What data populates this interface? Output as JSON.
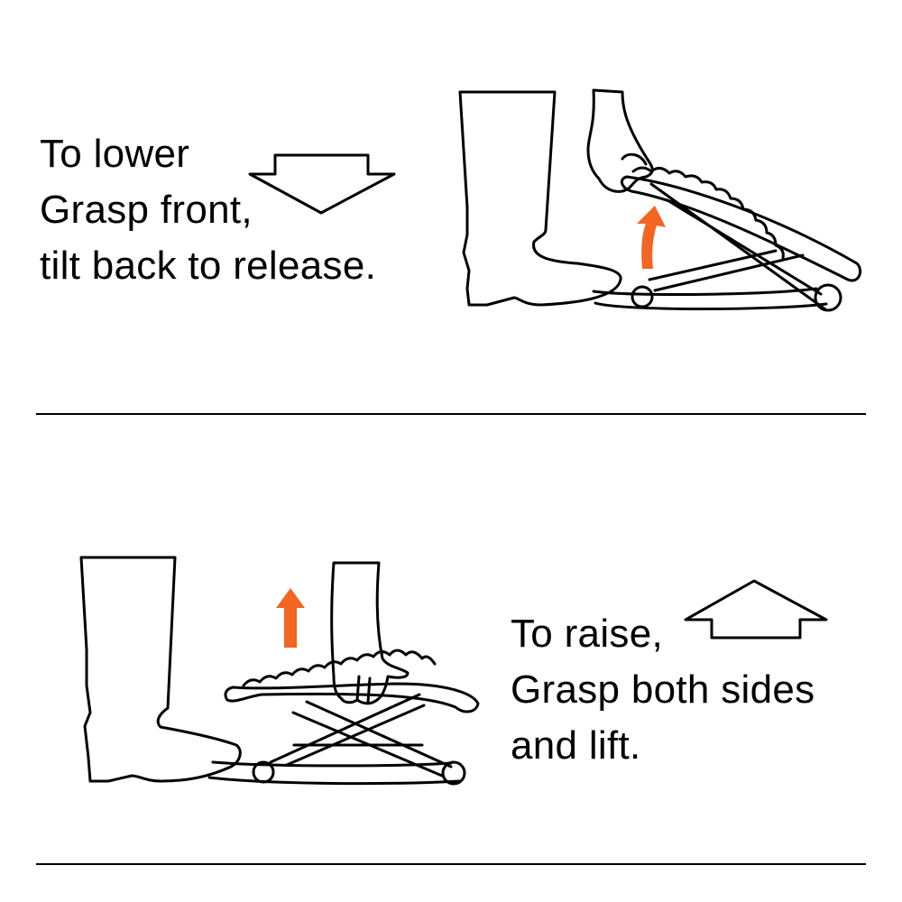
{
  "lower": {
    "lines": [
      "To lower",
      "Grasp front,",
      "tilt back to release."
    ],
    "arrow_direction": "down",
    "motion_arrow_color": "#f26522"
  },
  "raise": {
    "lines": [
      "To raise,",
      "Grasp both sides",
      "and lift."
    ],
    "arrow_direction": "up",
    "motion_arrow_color": "#f26522"
  },
  "icons": [
    "boot-icon",
    "hand-icon",
    "footrest-icon",
    "arrow-down-outline-icon",
    "arrow-up-outline-icon",
    "arrow-curved-up-icon",
    "arrow-up-icon"
  ]
}
